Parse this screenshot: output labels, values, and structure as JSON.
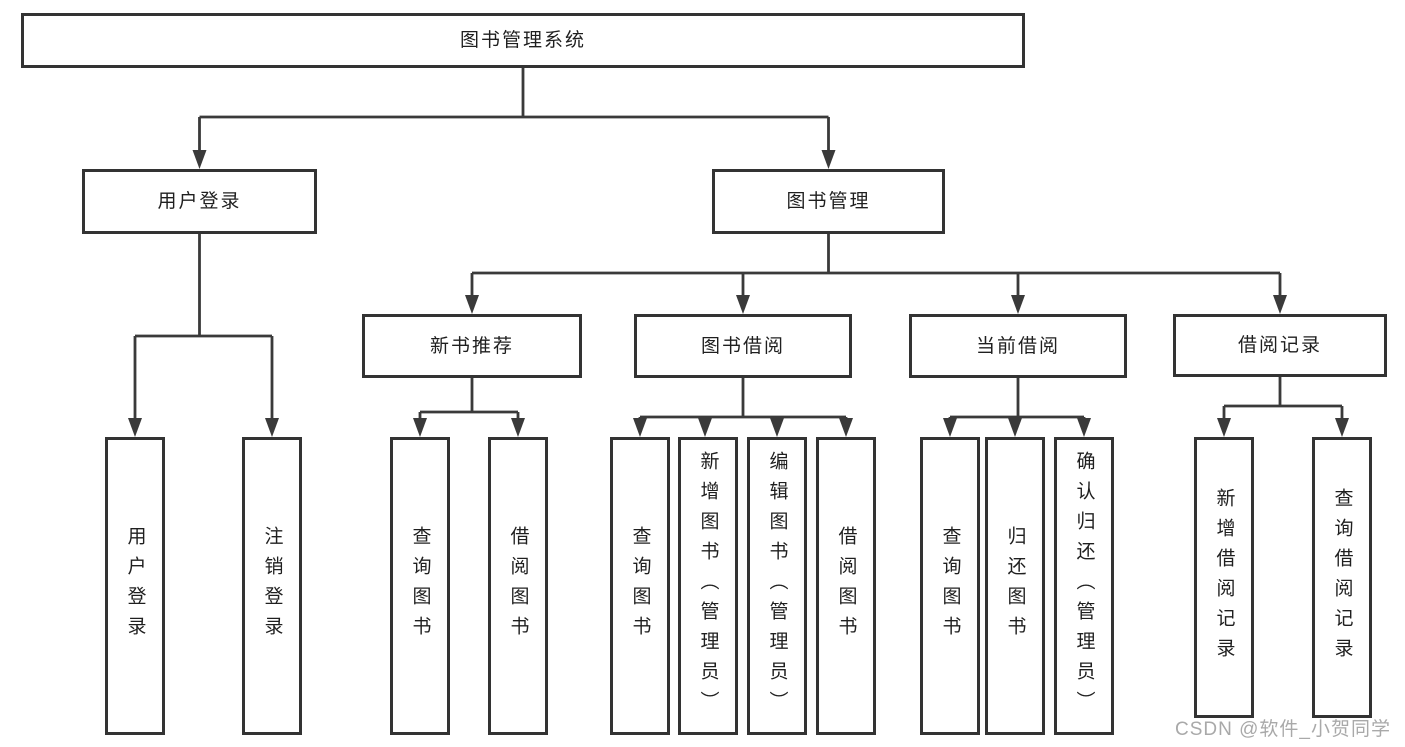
{
  "tree": {
    "root": "图书管理系统",
    "branches": [
      {
        "label": "用户登录",
        "children": [
          "用户登录",
          "注销登录"
        ]
      },
      {
        "label": "图书管理",
        "groups": [
          {
            "label": "新书推荐",
            "children": [
              "查询图书",
              "借阅图书"
            ]
          },
          {
            "label": "图书借阅",
            "children": [
              "查询图书",
              "新增图书（管理员）",
              "编辑图书（管理员）",
              "借阅图书"
            ]
          },
          {
            "label": "当前借阅",
            "children": [
              "查询图书",
              "归还图书",
              "确认归还（管理员）"
            ]
          },
          {
            "label": "借阅记录",
            "children": [
              "新增借阅记录",
              "查询借阅记录"
            ]
          }
        ]
      }
    ]
  },
  "watermark": "CSDN @软件_小贺同学",
  "colors": {
    "line": "#3a3a3a",
    "box_border": "#333333",
    "text": "#1f1f1f",
    "watermark_text": "#a9a9a9",
    "background": "#ffffff"
  }
}
